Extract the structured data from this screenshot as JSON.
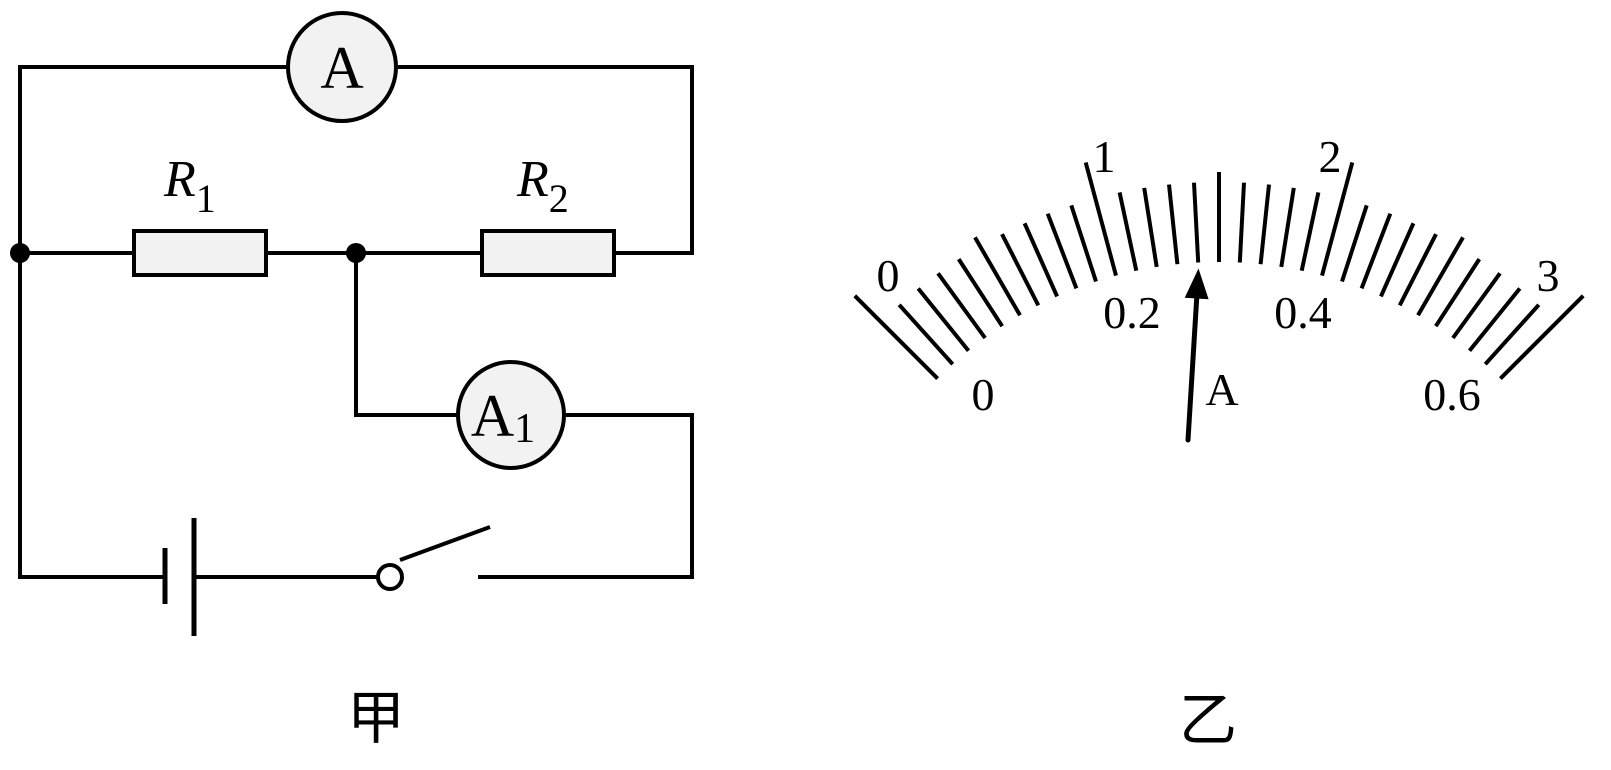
{
  "circuit": {
    "caption": "甲",
    "ammeter_main_symbol": "A",
    "ammeter_branch_symbol": "A",
    "ammeter_branch_sub": "1",
    "resistor1": {
      "letter": "R",
      "sub": "1"
    },
    "resistor2": {
      "letter": "R",
      "sub": "2"
    },
    "colors": {
      "wire": "#000000",
      "component_fill": "#f2f2f2"
    }
  },
  "meter": {
    "caption": "乙",
    "unit": "A",
    "upper_scale": {
      "min": 0,
      "max": 3,
      "labels": [
        "0",
        "1",
        "2",
        "3"
      ]
    },
    "lower_scale": {
      "min": 0,
      "max": 0.6,
      "labels": [
        "0",
        "0.2",
        "0.4",
        "0.6"
      ]
    },
    "divisions": 30,
    "pointer_fraction": 0.4667,
    "colors": {
      "ink": "#000000"
    }
  }
}
